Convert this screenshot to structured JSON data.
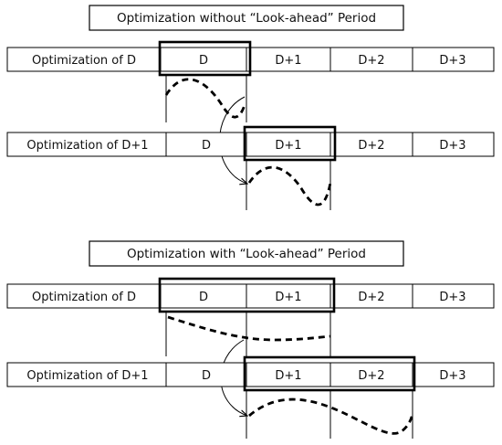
{
  "sections": [
    {
      "title": "Optimization without “Look-ahead” Period",
      "rows": [
        {
          "label": "Optimization of D",
          "cells": [
            "D",
            "D+1",
            "D+2",
            "D+3"
          ]
        },
        {
          "label": "Optimization of D+1",
          "cells": [
            "D",
            "D+1",
            "D+2",
            "D+3"
          ]
        }
      ]
    },
    {
      "title": "Optimization with “Look-ahead” Period",
      "rows": [
        {
          "label": "Optimization of D",
          "cells": [
            "D",
            "D+1",
            "D+2",
            "D+3"
          ]
        },
        {
          "label": "Optimization of D+1",
          "cells": [
            "D",
            "D+1",
            "D+2",
            "D+3"
          ]
        }
      ]
    }
  ]
}
